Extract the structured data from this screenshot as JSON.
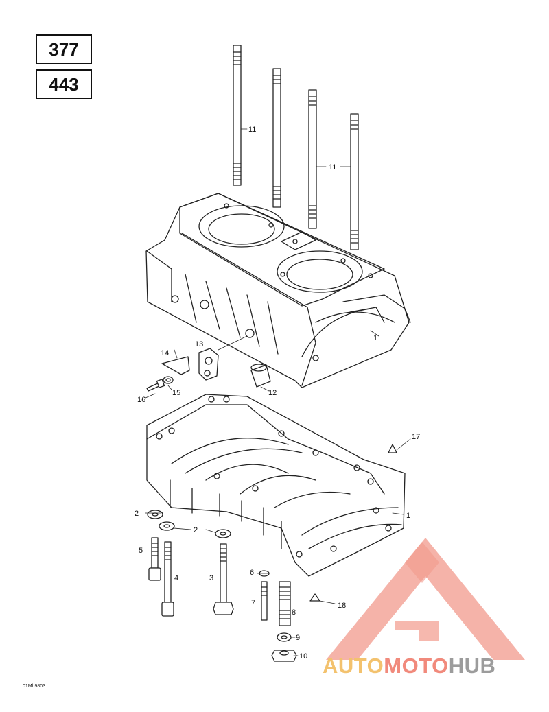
{
  "model_numbers": [
    "377",
    "443"
  ],
  "reference_code": "01Mh9803",
  "callouts": [
    {
      "id": "p11a",
      "label": "11"
    },
    {
      "id": "p11b",
      "label": "11"
    },
    {
      "id": "p1a",
      "label": "1"
    },
    {
      "id": "p13",
      "label": "13"
    },
    {
      "id": "p14",
      "label": "14"
    },
    {
      "id": "p15",
      "label": "15"
    },
    {
      "id": "p16",
      "label": "16"
    },
    {
      "id": "p12",
      "label": "12"
    },
    {
      "id": "p17",
      "label": "17"
    },
    {
      "id": "p1b",
      "label": "1"
    },
    {
      "id": "p2a",
      "label": "2"
    },
    {
      "id": "p2b",
      "label": "2"
    },
    {
      "id": "p5",
      "label": "5"
    },
    {
      "id": "p4",
      "label": "4"
    },
    {
      "id": "p3",
      "label": "3"
    },
    {
      "id": "p6",
      "label": "6"
    },
    {
      "id": "p7",
      "label": "7"
    },
    {
      "id": "p8",
      "label": "8"
    },
    {
      "id": "p18",
      "label": "18"
    },
    {
      "id": "p9",
      "label": "9"
    },
    {
      "id": "p10",
      "label": "10"
    }
  ],
  "watermark": {
    "part1": "AUTO",
    "part2": "MOTO",
    "part3": "HUB",
    "colors": {
      "gold": "#f3c26e",
      "salmon": "#f18a7c",
      "gray": "#9c9c9c"
    }
  }
}
